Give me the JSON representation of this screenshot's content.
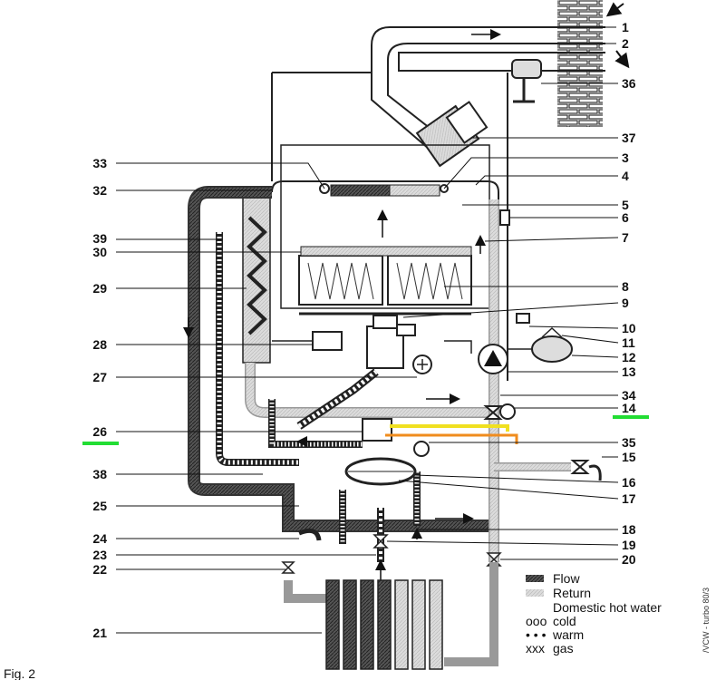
{
  "figure": {
    "caption": "Fig. 2",
    "side_text": "/VCW - turbo 80/3"
  },
  "callouts_left": [
    {
      "id": "33",
      "label": "33"
    },
    {
      "id": "32",
      "label": "32"
    },
    {
      "id": "39",
      "label": "39"
    },
    {
      "id": "30",
      "label": "30"
    },
    {
      "id": "29",
      "label": "29"
    },
    {
      "id": "28",
      "label": "28"
    },
    {
      "id": "27",
      "label": "27"
    },
    {
      "id": "26",
      "label": "26"
    },
    {
      "id": "38",
      "label": "38"
    },
    {
      "id": "25",
      "label": "25"
    },
    {
      "id": "24",
      "label": "24"
    },
    {
      "id": "23",
      "label": "23"
    },
    {
      "id": "22",
      "label": "22"
    },
    {
      "id": "21",
      "label": "21"
    }
  ],
  "callouts_right": [
    {
      "id": "1",
      "label": "1"
    },
    {
      "id": "2",
      "label": "2"
    },
    {
      "id": "36",
      "label": "36"
    },
    {
      "id": "37",
      "label": "37"
    },
    {
      "id": "3",
      "label": "3"
    },
    {
      "id": "4",
      "label": "4"
    },
    {
      "id": "5",
      "label": "5"
    },
    {
      "id": "6",
      "label": "6"
    },
    {
      "id": "7",
      "label": "7"
    },
    {
      "id": "8",
      "label": "8"
    },
    {
      "id": "9",
      "label": "9"
    },
    {
      "id": "10",
      "label": "10"
    },
    {
      "id": "11",
      "label": "11"
    },
    {
      "id": "12",
      "label": "12"
    },
    {
      "id": "13",
      "label": "13"
    },
    {
      "id": "34",
      "label": "34"
    },
    {
      "id": "14",
      "label": "14"
    },
    {
      "id": "35",
      "label": "35"
    },
    {
      "id": "15",
      "label": "15"
    },
    {
      "id": "16",
      "label": "16"
    },
    {
      "id": "17",
      "label": "17"
    },
    {
      "id": "18",
      "label": "18"
    },
    {
      "id": "19",
      "label": "19"
    },
    {
      "id": "20",
      "label": "20"
    }
  ],
  "legend": [
    {
      "label": "Flow"
    },
    {
      "label": "Return"
    },
    {
      "label": "Domestic hot water"
    },
    {
      "symbol": "ooo",
      "label": "cold"
    },
    {
      "symbol": "• • •",
      "label": "warm"
    },
    {
      "symbol": "xxx",
      "label": "gas"
    }
  ],
  "highlights": {
    "green": "#22dd33",
    "yellow": "#f0e020",
    "orange": "#f08c1e"
  }
}
